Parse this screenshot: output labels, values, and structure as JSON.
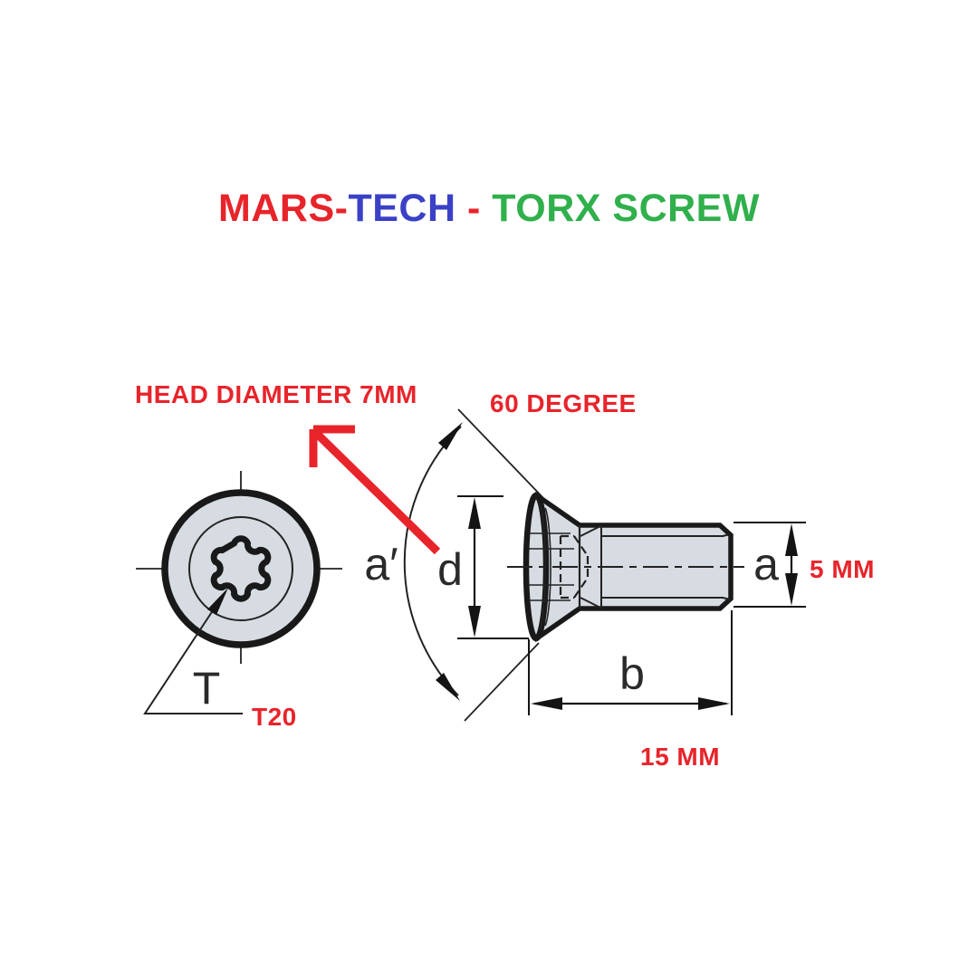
{
  "title": {
    "brand_primary": "MARS-",
    "brand_secondary": "TECH",
    "separator": " - ",
    "product": "TORX SCREW"
  },
  "colors": {
    "brand_red": "#e8242b",
    "brand_blue": "#3a41c6",
    "brand_green": "#30b04c",
    "line_black": "#191919",
    "metal_fill": "#d6dce1",
    "annotation_red": "#e8242b"
  },
  "front_view": {
    "drive_label": "T",
    "drive_size": "T20"
  },
  "side_view": {
    "aux_label": "a′",
    "head_diameter_label": "d",
    "head_diameter_note": "HEAD DIAMETER 7MM",
    "countersink_angle_note": "60 DEGREE",
    "shank_diameter_label": "a",
    "shank_diameter_note": "5 MM",
    "length_label": "b",
    "length_note": "15 MM"
  }
}
